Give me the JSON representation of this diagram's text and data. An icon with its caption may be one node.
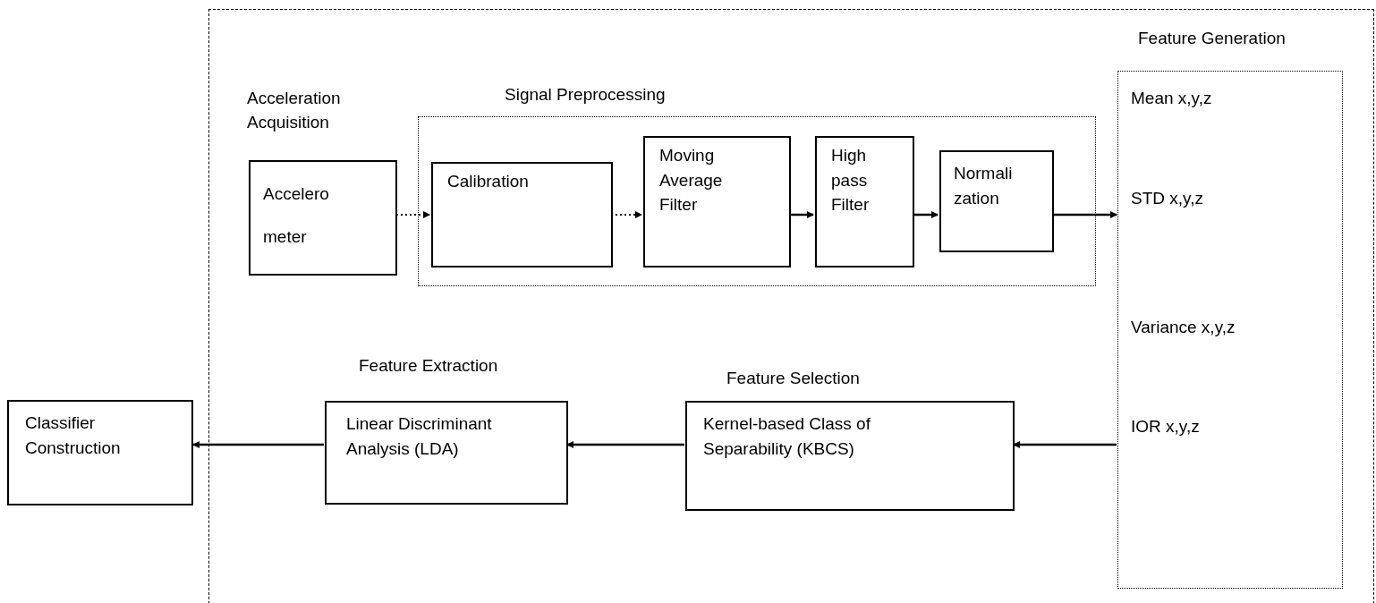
{
  "diagram": {
    "nodes": [
      {
        "text": [],
        "shape": "box"
      },
      {
        "text": [
          "Acceleration Acquisition",
          "Accelero meter"
        ],
        "in": 0
      },
      {
        "text": [
          "Signal Preprocessing"
        ],
        "in": 0
      },
      {
        "text": [
          "Calibration"
        ],
        "in": 2
      },
      {
        "text": [
          "Moving Average Filter"
        ],
        "in": 2
      },
      {
        "text": [
          "High pass Filter"
        ],
        "in": 2
      },
      {
        "text": [
          "Normali zation"
        ],
        "in": 2
      },
      {
        "text": [
          "Feature Generation",
          "Mean x,y,z",
          "STD x,y,z",
          "Variance x,y,z",
          "IOR x,y,z"
        ],
        "in": 0
      },
      {
        "text": [
          "Feature Selection",
          "Kernel-based Class of Separability (KBCS)"
        ],
        "in": 0
      },
      {
        "text": [
          "Feature Extraction",
          "Linear Discriminant Analysis (LDA)"
        ],
        "in": 0
      },
      {
        "text": [
          "Classifier Construction"
        ]
      }
    ],
    "edges": [
      {
        "from": 1,
        "to": 3,
        "arrow": "to",
        "style": "dashed"
      },
      {
        "from": 3,
        "to": 4,
        "arrow": "to",
        "style": "dashed"
      },
      {
        "from": 4,
        "to": 5,
        "arrow": "to"
      },
      {
        "from": 5,
        "to": 6,
        "arrow": "to"
      },
      {
        "from": 6,
        "to": 7,
        "arrow": "to"
      },
      {
        "from": 7,
        "to": 8,
        "arrow": "to"
      },
      {
        "from": 8,
        "to": 9,
        "arrow": "to"
      },
      {
        "from": 9,
        "to": 10,
        "arrow": "to"
      }
    ]
  }
}
